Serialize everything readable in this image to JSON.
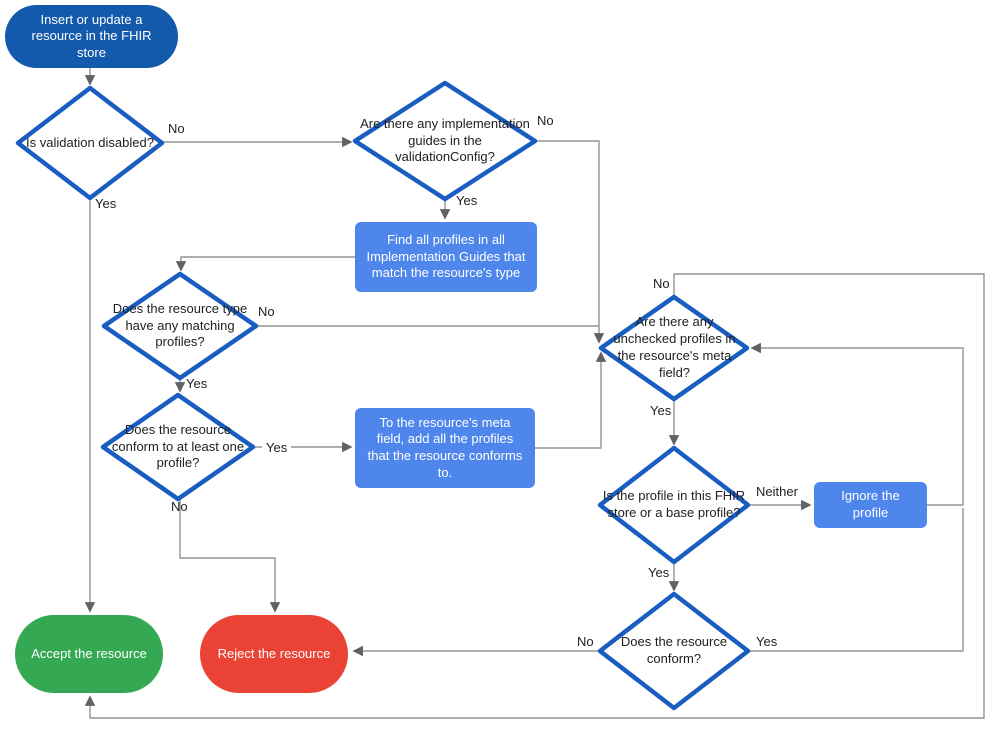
{
  "diagram": {
    "nodes": {
      "start": "Insert or update a resource in the FHIR store",
      "is_validation_disabled": "Is validation disabled?",
      "implementation_guides": "Are there any implementation guides in the validationConfig?",
      "find_profiles": "Find all profiles in all Implementation Guides that match the resource's type",
      "matching_profiles": "Does the resource type have any matching profiles?",
      "conform_one": "Does the resource conform to at least one profile?",
      "add_profiles": "To the resource's meta field, add all the profiles that the resource conforms to.",
      "unchecked_profiles": "Are there any unchecked profiles in the resource's meta field?",
      "profile_in_store": "Is the profile in this FHIR store or a base profile?",
      "ignore_profile": "Ignore the profile",
      "resource_conforms": "Does the resource conform?",
      "accept": "Accept the resource",
      "reject": "Reject the resource"
    },
    "edge_labels": {
      "validation_no": "No",
      "validation_yes": "Yes",
      "guides_no": "No",
      "guides_yes": "Yes",
      "matching_no": "No",
      "matching_yes": "Yes",
      "conform_one_yes": "Yes",
      "conform_one_no": "No",
      "unchecked_no": "No",
      "unchecked_yes": "Yes",
      "profile_neither": "Neither",
      "profile_yes": "Yes",
      "conforms_no": "No",
      "conforms_yes": "Yes"
    },
    "colors": {
      "terminal_blue": "#1359ac",
      "process_blue": "#4e86ec",
      "accept_green": "#34a853",
      "reject_red": "#ea4335",
      "diamond_stroke": "#1a5dc0",
      "wire_gray": "#949494",
      "arrowhead_gray": "#5f6368"
    }
  }
}
